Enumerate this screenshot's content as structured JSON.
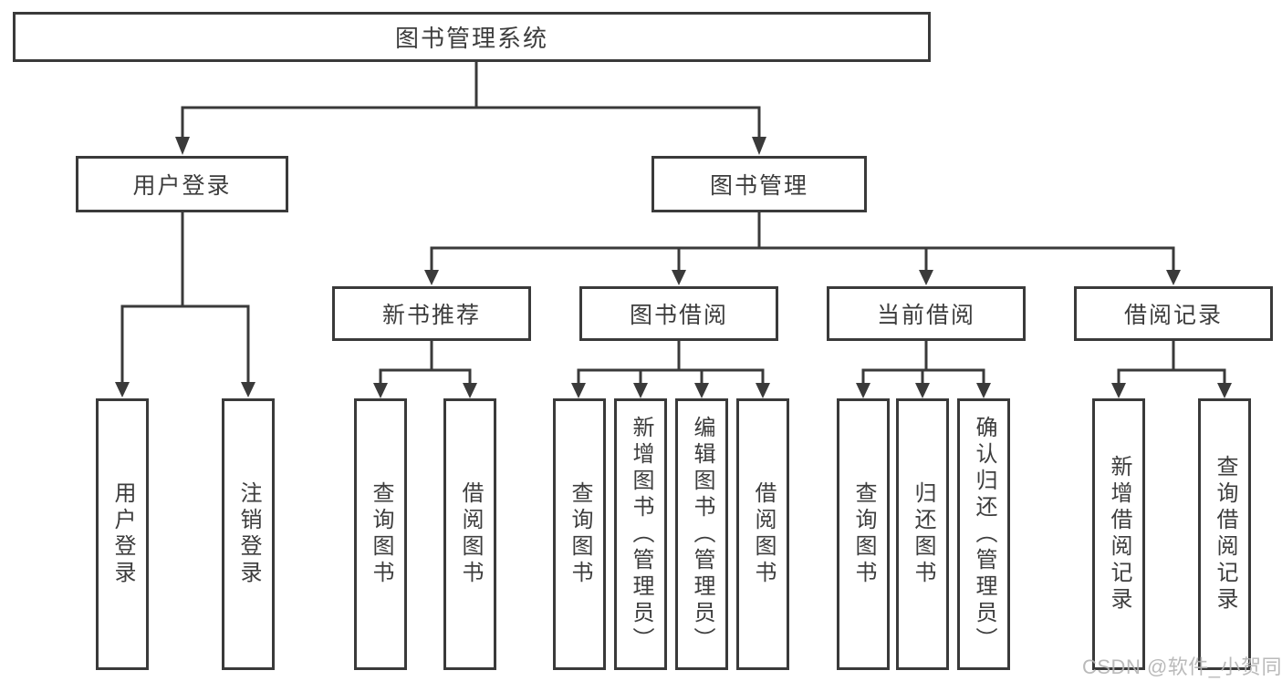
{
  "tree": {
    "root": {
      "label": "图书管理系统"
    },
    "branches": [
      {
        "label": "用户登录",
        "children": [
          {
            "label": "用户登录"
          },
          {
            "label": "注销登录"
          }
        ]
      },
      {
        "label": "图书管理",
        "children": [
          {
            "label": "新书推荐",
            "children": [
              {
                "label": "查询图书"
              },
              {
                "label": "借阅图书"
              }
            ]
          },
          {
            "label": "图书借阅",
            "children": [
              {
                "label": "查询图书"
              },
              {
                "label": "新增图书（管理员）"
              },
              {
                "label": "编辑图书（管理员）"
              },
              {
                "label": "借阅图书"
              }
            ]
          },
          {
            "label": "当前借阅",
            "children": [
              {
                "label": "查询图书"
              },
              {
                "label": "归还图书"
              },
              {
                "label": "确认归还（管理员）"
              }
            ]
          },
          {
            "label": "借阅记录",
            "children": [
              {
                "label": "新增借阅记录"
              },
              {
                "label": "查询借阅记录"
              }
            ]
          }
        ]
      }
    ]
  },
  "watermark": {
    "text": "CSDN @软件_小贺同学"
  },
  "colors": {
    "line": "#3a3a3a",
    "text": "#3d3d3d",
    "background": "#ffffff",
    "watermark": "#b3b3b3"
  }
}
